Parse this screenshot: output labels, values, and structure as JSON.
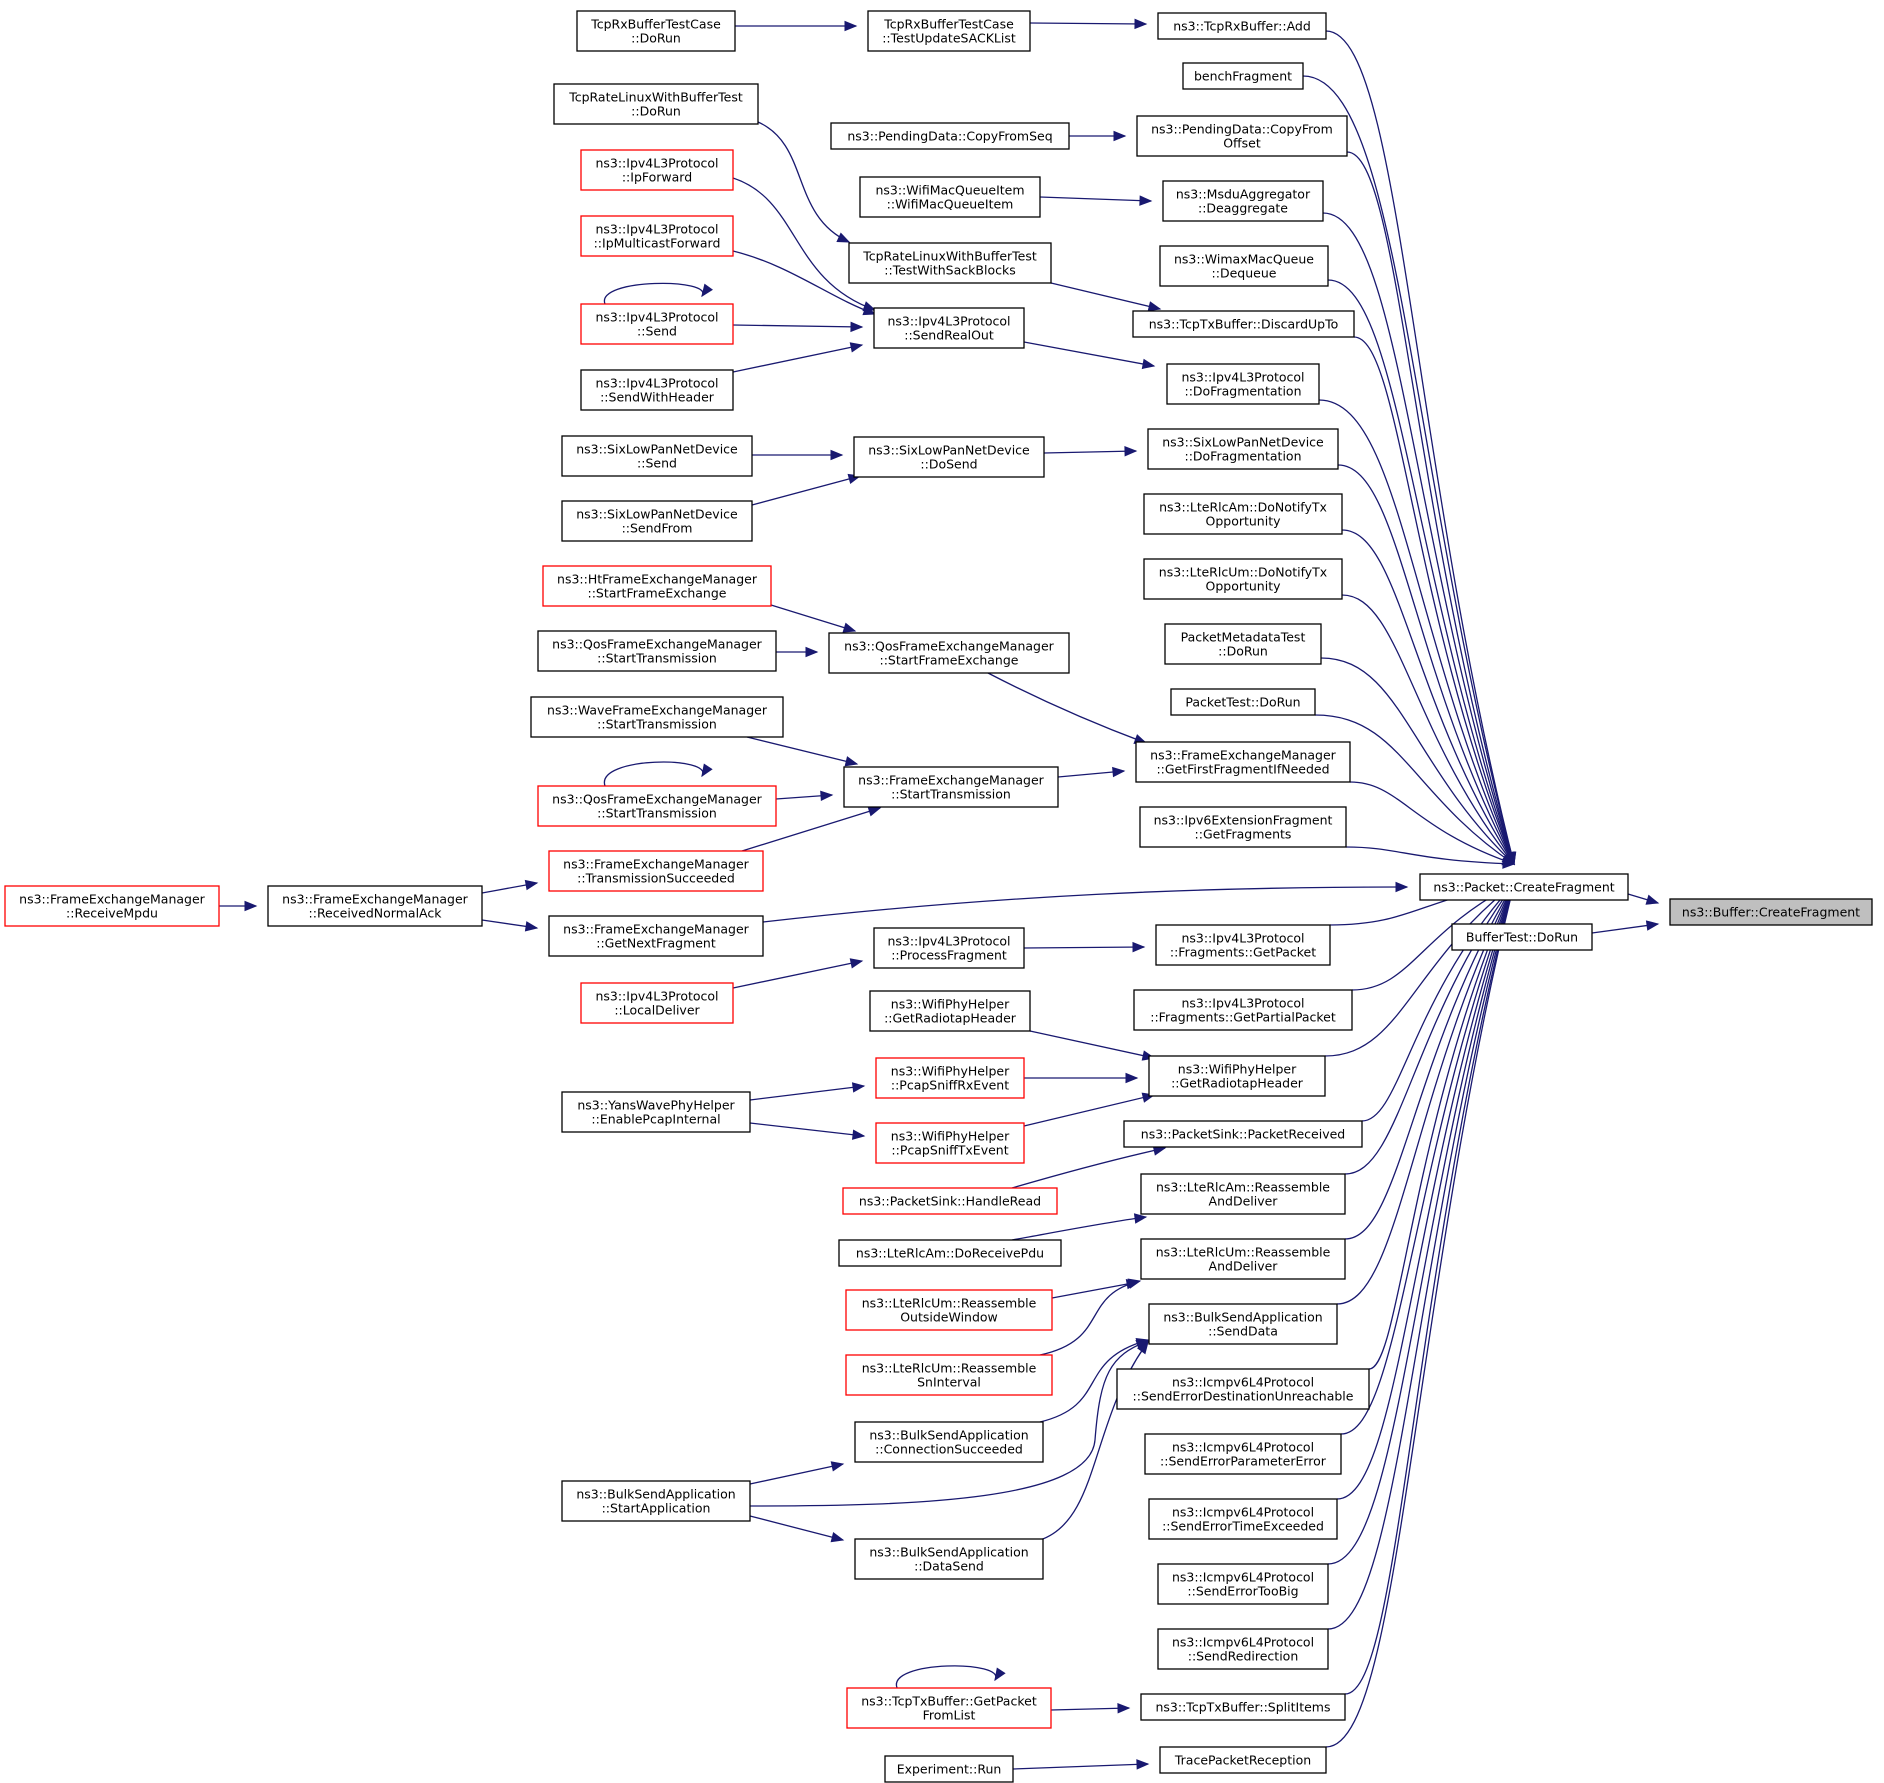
{
  "colors": {
    "edge": "#191970",
    "node_border": "#000000",
    "truncated_node_border": "#ff0000",
    "root_fill": "#bfbfbf",
    "background": "#ffffff"
  },
  "nodes": [
    {
      "id": "buffer_createfragment",
      "lines": [
        "ns3::Buffer::CreateFragment"
      ],
      "style": "root"
    },
    {
      "id": "packet_createfragment",
      "lines": [
        "ns3::Packet::CreateFragment"
      ],
      "style": "plain"
    },
    {
      "id": "buffertest_dorun",
      "lines": [
        "BufferTest::DoRun"
      ],
      "style": "plain"
    },
    {
      "id": "tcprxbuffer_add",
      "lines": [
        "ns3::TcpRxBuffer::Add"
      ],
      "style": "plain"
    },
    {
      "id": "benchfragment",
      "lines": [
        "benchFragment"
      ],
      "style": "plain"
    },
    {
      "id": "pendingdata_copyfromoffset",
      "lines": [
        "ns3::PendingData::CopyFrom",
        "Offset"
      ],
      "style": "plain"
    },
    {
      "id": "msduaggregator_deaggregate",
      "lines": [
        "ns3::MsduAggregator",
        "::Deaggregate"
      ],
      "style": "plain"
    },
    {
      "id": "wimaxmacqueue_dequeue",
      "lines": [
        "ns3::WimaxMacQueue",
        "::Dequeue"
      ],
      "style": "plain"
    },
    {
      "id": "tcptxbuffer_discardupto",
      "lines": [
        "ns3::TcpTxBuffer::DiscardUpTo"
      ],
      "style": "plain"
    },
    {
      "id": "ipv4l3_dofragmentation",
      "lines": [
        "ns3::Ipv4L3Protocol",
        "::DoFragmentation"
      ],
      "style": "plain"
    },
    {
      "id": "sixlowpan_dofragmentation",
      "lines": [
        "ns3::SixLowPanNetDevice",
        "::DoFragmentation"
      ],
      "style": "plain"
    },
    {
      "id": "lterlcam_donotifytx",
      "lines": [
        "ns3::LteRlcAm::DoNotifyTx",
        "Opportunity"
      ],
      "style": "plain"
    },
    {
      "id": "lterlcum_donotifytx",
      "lines": [
        "ns3::LteRlcUm::DoNotifyTx",
        "Opportunity"
      ],
      "style": "plain"
    },
    {
      "id": "packetmetadatatest_dorun",
      "lines": [
        "PacketMetadataTest",
        "::DoRun"
      ],
      "style": "plain"
    },
    {
      "id": "packettest_dorun",
      "lines": [
        "PacketTest::DoRun"
      ],
      "style": "plain"
    },
    {
      "id": "fem_getfirstfragmentifneeded",
      "lines": [
        "ns3::FrameExchangeManager",
        "::GetFirstFragmentIfNeeded"
      ],
      "style": "plain"
    },
    {
      "id": "ipv6extfragment_getfragments",
      "lines": [
        "ns3::Ipv6ExtensionFragment",
        "::GetFragments"
      ],
      "style": "plain"
    },
    {
      "id": "ipv4l3_fragments_getpacket",
      "lines": [
        "ns3::Ipv4L3Protocol",
        "::Fragments::GetPacket"
      ],
      "style": "plain"
    },
    {
      "id": "ipv4l3_fragments_getpartialpacket",
      "lines": [
        "ns3::Ipv4L3Protocol",
        "::Fragments::GetPartialPacket"
      ],
      "style": "plain"
    },
    {
      "id": "wifiphyhelper_getradiotapheader_b",
      "lines": [
        "ns3::WifiPhyHelper",
        "::GetRadiotapHeader"
      ],
      "style": "plain"
    },
    {
      "id": "packetsink_packetreceived",
      "lines": [
        "ns3::PacketSink::PacketReceived"
      ],
      "style": "plain"
    },
    {
      "id": "lterlcam_reassemble",
      "lines": [
        "ns3::LteRlcAm::Reassemble",
        "AndDeliver"
      ],
      "style": "plain"
    },
    {
      "id": "lterlcum_reassemble",
      "lines": [
        "ns3::LteRlcUm::Reassemble",
        "AndDeliver"
      ],
      "style": "plain"
    },
    {
      "id": "bulksend_senddata",
      "lines": [
        "ns3::BulkSendApplication",
        "::SendData"
      ],
      "style": "plain"
    },
    {
      "id": "icmpv6_destunreach",
      "lines": [
        "ns3::Icmpv6L4Protocol",
        "::SendErrorDestinationUnreachable"
      ],
      "style": "plain"
    },
    {
      "id": "icmpv6_paramerror",
      "lines": [
        "ns3::Icmpv6L4Protocol",
        "::SendErrorParameterError"
      ],
      "style": "plain"
    },
    {
      "id": "icmpv6_timeexceeded",
      "lines": [
        "ns3::Icmpv6L4Protocol",
        "::SendErrorTimeExceeded"
      ],
      "style": "plain"
    },
    {
      "id": "icmpv6_toobig",
      "lines": [
        "ns3::Icmpv6L4Protocol",
        "::SendErrorTooBig"
      ],
      "style": "plain"
    },
    {
      "id": "icmpv6_redirection",
      "lines": [
        "ns3::Icmpv6L4Protocol",
        "::SendRedirection"
      ],
      "style": "plain"
    },
    {
      "id": "tcptxbuffer_splititems",
      "lines": [
        "ns3::TcpTxBuffer::SplitItems"
      ],
      "style": "plain"
    },
    {
      "id": "tracepacketreception",
      "lines": [
        "TracePacketReception"
      ],
      "style": "plain"
    },
    {
      "id": "tcprxbuffertest_testupdatesacklist",
      "lines": [
        "TcpRxBufferTestCase",
        "::TestUpdateSACKList"
      ],
      "style": "plain"
    },
    {
      "id": "pendingdata_copyfromseq",
      "lines": [
        "ns3::PendingData::CopyFromSeq"
      ],
      "style": "plain"
    },
    {
      "id": "wifimacqueueitem",
      "lines": [
        "ns3::WifiMacQueueItem",
        "::WifiMacQueueItem"
      ],
      "style": "plain"
    },
    {
      "id": "tcpratelinux_testwithsackblocks",
      "lines": [
        "TcpRateLinuxWithBufferTest",
        "::TestWithSackBlocks"
      ],
      "style": "plain"
    },
    {
      "id": "ipv4l3_sendrealout",
      "lines": [
        "ns3::Ipv4L3Protocol",
        "::SendRealOut"
      ],
      "style": "plain"
    },
    {
      "id": "sixlowpan_dosend",
      "lines": [
        "ns3::SixLowPanNetDevice",
        "::DoSend"
      ],
      "style": "plain"
    },
    {
      "id": "qosfem_startframeexchange",
      "lines": [
        "ns3::QosFrameExchangeManager",
        "::StartFrameExchange"
      ],
      "style": "plain"
    },
    {
      "id": "fem_starttransmission",
      "lines": [
        "ns3::FrameExchangeManager",
        "::StartTransmission"
      ],
      "style": "plain"
    },
    {
      "id": "fem_getnextfragment",
      "lines": [
        "ns3::FrameExchangeManager",
        "::GetNextFragment"
      ],
      "style": "plain"
    },
    {
      "id": "ipv4l3_processfragment",
      "lines": [
        "ns3::Ipv4L3Protocol",
        "::ProcessFragment"
      ],
      "style": "plain"
    },
    {
      "id": "wifiphyhelper_getradiotapheader_a",
      "lines": [
        "ns3::WifiPhyHelper",
        "::GetRadiotapHeader"
      ],
      "style": "plain"
    },
    {
      "id": "wifiphyhelper_pcapsniffrx",
      "lines": [
        "ns3::WifiPhyHelper",
        "::PcapSniffRxEvent"
      ],
      "style": "red"
    },
    {
      "id": "wifiphyhelper_pcapsnifftx",
      "lines": [
        "ns3::WifiPhyHelper",
        "::PcapSniffTxEvent"
      ],
      "style": "red"
    },
    {
      "id": "packetsink_handleread",
      "lines": [
        "ns3::PacketSink::HandleRead"
      ],
      "style": "red"
    },
    {
      "id": "lterlcam_doreceivepdu",
      "lines": [
        "ns3::LteRlcAm::DoReceivePdu"
      ],
      "style": "plain"
    },
    {
      "id": "lterlcum_reassembleoutsidewindow",
      "lines": [
        "ns3::LteRlcUm::Reassemble",
        "OutsideWindow"
      ],
      "style": "red"
    },
    {
      "id": "lterlcum_reassemblesninterval",
      "lines": [
        "ns3::LteRlcUm::Reassemble",
        "SnInterval"
      ],
      "style": "red"
    },
    {
      "id": "bulksend_connectionsucceeded",
      "lines": [
        "ns3::BulkSendApplication",
        "::ConnectionSucceeded"
      ],
      "style": "plain"
    },
    {
      "id": "bulksend_datasend",
      "lines": [
        "ns3::BulkSendApplication",
        "::DataSend"
      ],
      "style": "plain"
    },
    {
      "id": "tcptxbuffer_getpacketfromlist",
      "lines": [
        "ns3::TcpTxBuffer::GetPacket",
        "FromList"
      ],
      "style": "red"
    },
    {
      "id": "experiment_run",
      "lines": [
        "Experiment::Run"
      ],
      "style": "plain"
    },
    {
      "id": "tcprxbuffertest_dorun",
      "lines": [
        "TcpRxBufferTestCase",
        "::DoRun"
      ],
      "style": "plain"
    },
    {
      "id": "tcpratelinux_dorun",
      "lines": [
        "TcpRateLinuxWithBufferTest",
        "::DoRun"
      ],
      "style": "plain"
    },
    {
      "id": "ipv4l3_ipforward",
      "lines": [
        "ns3::Ipv4L3Protocol",
        "::IpForward"
      ],
      "style": "red"
    },
    {
      "id": "ipv4l3_ipmulticastforward",
      "lines": [
        "ns3::Ipv4L3Protocol",
        "::IpMulticastForward"
      ],
      "style": "red"
    },
    {
      "id": "ipv4l3_send",
      "lines": [
        "ns3::Ipv4L3Protocol",
        "::Send"
      ],
      "style": "red"
    },
    {
      "id": "ipv4l3_sendwithheader",
      "lines": [
        "ns3::Ipv4L3Protocol",
        "::SendWithHeader"
      ],
      "style": "plain"
    },
    {
      "id": "sixlowpan_send",
      "lines": [
        "ns3::SixLowPanNetDevice",
        "::Send"
      ],
      "style": "plain"
    },
    {
      "id": "sixlowpan_sendfrom",
      "lines": [
        "ns3::SixLowPanNetDevice",
        "::SendFrom"
      ],
      "style": "plain"
    },
    {
      "id": "htfem_startframeexchange",
      "lines": [
        "ns3::HtFrameExchangeManager",
        "::StartFrameExchange"
      ],
      "style": "red"
    },
    {
      "id": "qosfem_starttransmission_a",
      "lines": [
        "ns3::QosFrameExchangeManager",
        "::StartTransmission"
      ],
      "style": "plain"
    },
    {
      "id": "wavefem_starttransmission",
      "lines": [
        "ns3::WaveFrameExchangeManager",
        "::StartTransmission"
      ],
      "style": "plain"
    },
    {
      "id": "qosfem_starttransmission_b",
      "lines": [
        "ns3::QosFrameExchangeManager",
        "::StartTransmission"
      ],
      "style": "red"
    },
    {
      "id": "fem_transmissionsucceeded",
      "lines": [
        "ns3::FrameExchangeManager",
        "::TransmissionSucceeded"
      ],
      "style": "red"
    },
    {
      "id": "fem_receivednormalack",
      "lines": [
        "ns3::FrameExchangeManager",
        "::ReceivedNormalAck"
      ],
      "style": "plain"
    },
    {
      "id": "fem_receivempdu",
      "lines": [
        "ns3::FrameExchangeManager",
        "::ReceiveMpdu"
      ],
      "style": "red"
    },
    {
      "id": "ipv4l3_localdeliver",
      "lines": [
        "ns3::Ipv4L3Protocol",
        "::LocalDeliver"
      ],
      "style": "red"
    },
    {
      "id": "yanswavephyhelper_enablepcapinternal",
      "lines": [
        "ns3::YansWavePhyHelper",
        "::EnablePcapInternal"
      ],
      "style": "plain"
    },
    {
      "id": "bulksend_startapplication",
      "lines": [
        "ns3::BulkSendApplication",
        "::StartApplication"
      ],
      "style": "plain"
    }
  ],
  "edges": [
    {
      "from": "packet_createfragment",
      "to": "buffer_createfragment"
    },
    {
      "from": "buffertest_dorun",
      "to": "buffer_createfragment"
    },
    {
      "from": "tcprxbuffer_add",
      "to": "packet_createfragment"
    },
    {
      "from": "benchfragment",
      "to": "packet_createfragment"
    },
    {
      "from": "pendingdata_copyfromoffset",
      "to": "packet_createfragment"
    },
    {
      "from": "msduaggregator_deaggregate",
      "to": "packet_createfragment"
    },
    {
      "from": "wimaxmacqueue_dequeue",
      "to": "packet_createfragment"
    },
    {
      "from": "tcptxbuffer_discardupto",
      "to": "packet_createfragment"
    },
    {
      "from": "ipv4l3_dofragmentation",
      "to": "packet_createfragment"
    },
    {
      "from": "sixlowpan_dofragmentation",
      "to": "packet_createfragment"
    },
    {
      "from": "lterlcam_donotifytx",
      "to": "packet_createfragment"
    },
    {
      "from": "lterlcum_donotifytx",
      "to": "packet_createfragment"
    },
    {
      "from": "packetmetadatatest_dorun",
      "to": "packet_createfragment"
    },
    {
      "from": "packettest_dorun",
      "to": "packet_createfragment"
    },
    {
      "from": "fem_getfirstfragmentifneeded",
      "to": "packet_createfragment"
    },
    {
      "from": "ipv6extfragment_getfragments",
      "to": "packet_createfragment"
    },
    {
      "from": "fem_getnextfragment",
      "to": "packet_createfragment"
    },
    {
      "from": "ipv4l3_fragments_getpacket",
      "to": "packet_createfragment"
    },
    {
      "from": "ipv4l3_fragments_getpartialpacket",
      "to": "packet_createfragment"
    },
    {
      "from": "wifiphyhelper_getradiotapheader_b",
      "to": "packet_createfragment"
    },
    {
      "from": "packetsink_packetreceived",
      "to": "packet_createfragment"
    },
    {
      "from": "lterlcam_reassemble",
      "to": "packet_createfragment"
    },
    {
      "from": "lterlcum_reassemble",
      "to": "packet_createfragment"
    },
    {
      "from": "bulksend_senddata",
      "to": "packet_createfragment"
    },
    {
      "from": "icmpv6_destunreach",
      "to": "packet_createfragment"
    },
    {
      "from": "icmpv6_paramerror",
      "to": "packet_createfragment"
    },
    {
      "from": "icmpv6_timeexceeded",
      "to": "packet_createfragment"
    },
    {
      "from": "icmpv6_toobig",
      "to": "packet_createfragment"
    },
    {
      "from": "icmpv6_redirection",
      "to": "packet_createfragment"
    },
    {
      "from": "tcptxbuffer_splititems",
      "to": "packet_createfragment"
    },
    {
      "from": "tracepacketreception",
      "to": "packet_createfragment"
    },
    {
      "from": "tcprxbuffertest_testupdatesacklist",
      "to": "tcprxbuffer_add"
    },
    {
      "from": "pendingdata_copyfromseq",
      "to": "pendingdata_copyfromoffset"
    },
    {
      "from": "wifimacqueueitem",
      "to": "msduaggregator_deaggregate"
    },
    {
      "from": "tcpratelinux_testwithsackblocks",
      "to": "tcptxbuffer_discardupto"
    },
    {
      "from": "ipv4l3_sendrealout",
      "to": "ipv4l3_dofragmentation"
    },
    {
      "from": "sixlowpan_dosend",
      "to": "sixlowpan_dofragmentation"
    },
    {
      "from": "qosfem_startframeexchange",
      "to": "fem_getfirstfragmentifneeded"
    },
    {
      "from": "fem_starttransmission",
      "to": "fem_getfirstfragmentifneeded"
    },
    {
      "from": "ipv4l3_processfragment",
      "to": "ipv4l3_fragments_getpacket"
    },
    {
      "from": "wifiphyhelper_getradiotapheader_a",
      "to": "wifiphyhelper_getradiotapheader_b"
    },
    {
      "from": "wifiphyhelper_pcapsniffrx",
      "to": "wifiphyhelper_getradiotapheader_b"
    },
    {
      "from": "wifiphyhelper_pcapsnifftx",
      "to": "wifiphyhelper_getradiotapheader_b"
    },
    {
      "from": "packetsink_handleread",
      "to": "packetsink_packetreceived"
    },
    {
      "from": "lterlcam_doreceivepdu",
      "to": "lterlcam_reassemble"
    },
    {
      "from": "lterlcum_reassembleoutsidewindow",
      "to": "lterlcum_reassemble"
    },
    {
      "from": "lterlcum_reassemblesninterval",
      "to": "lterlcum_reassemble"
    },
    {
      "from": "bulksend_connectionsucceeded",
      "to": "bulksend_senddata"
    },
    {
      "from": "bulksend_startapplication",
      "to": "bulksend_senddata"
    },
    {
      "from": "bulksend_datasend",
      "to": "bulksend_senddata"
    },
    {
      "from": "tcptxbuffer_getpacketfromlist",
      "to": "tcptxbuffer_splititems"
    },
    {
      "from": "experiment_run",
      "to": "tracepacketreception"
    },
    {
      "from": "tcprxbuffertest_dorun",
      "to": "tcprxbuffertest_testupdatesacklist"
    },
    {
      "from": "tcpratelinux_dorun",
      "to": "tcpratelinux_testwithsackblocks"
    },
    {
      "from": "ipv4l3_ipforward",
      "to": "ipv4l3_sendrealout"
    },
    {
      "from": "ipv4l3_ipmulticastforward",
      "to": "ipv4l3_sendrealout"
    },
    {
      "from": "ipv4l3_send",
      "to": "ipv4l3_sendrealout"
    },
    {
      "from": "ipv4l3_sendwithheader",
      "to": "ipv4l3_sendrealout"
    },
    {
      "from": "ipv4l3_send",
      "to": "ipv4l3_send"
    },
    {
      "from": "sixlowpan_send",
      "to": "sixlowpan_dosend"
    },
    {
      "from": "sixlowpan_sendfrom",
      "to": "sixlowpan_dosend"
    },
    {
      "from": "htfem_startframeexchange",
      "to": "qosfem_startframeexchange"
    },
    {
      "from": "qosfem_starttransmission_a",
      "to": "qosfem_startframeexchange"
    },
    {
      "from": "wavefem_starttransmission",
      "to": "fem_starttransmission"
    },
    {
      "from": "qosfem_starttransmission_b",
      "to": "fem_starttransmission"
    },
    {
      "from": "fem_transmissionsucceeded",
      "to": "fem_starttransmission"
    },
    {
      "from": "qosfem_starttransmission_b",
      "to": "qosfem_starttransmission_b"
    },
    {
      "from": "fem_receivednormalack",
      "to": "fem_transmissionsucceeded"
    },
    {
      "from": "fem_receivednormalack",
      "to": "fem_getnextfragment"
    },
    {
      "from": "fem_receivempdu",
      "to": "fem_receivednormalack"
    },
    {
      "from": "ipv4l3_localdeliver",
      "to": "ipv4l3_processfragment"
    },
    {
      "from": "yanswavephyhelper_enablepcapinternal",
      "to": "wifiphyhelper_pcapsniffrx"
    },
    {
      "from": "yanswavephyhelper_enablepcapinternal",
      "to": "wifiphyhelper_pcapsnifftx"
    },
    {
      "from": "bulksend_startapplication",
      "to": "bulksend_connectionsucceeded"
    },
    {
      "from": "bulksend_startapplication",
      "to": "bulksend_datasend"
    },
    {
      "from": "tcptxbuffer_getpacketfromlist",
      "to": "tcptxbuffer_getpacketfromlist"
    }
  ]
}
